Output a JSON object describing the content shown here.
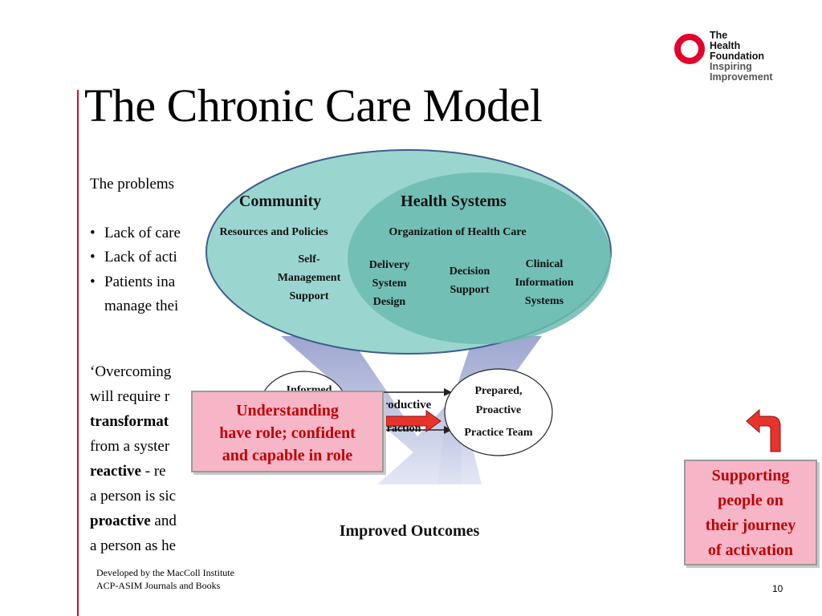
{
  "slide": {
    "title": "The Chronic Care Model",
    "intro": "The problems",
    "bullets": [
      "Lack of care",
      "Lack of acti",
      "Patients ina"
    ],
    "bullet3_cont": "manage thei",
    "quote_lines": [
      "‘Overcoming",
      "will require r",
      "transformat",
      "from a syster",
      "reactive",
      " - re",
      "a person is sic",
      "proactive",
      " and",
      "a person as he"
    ],
    "footer_lines": [
      "Developed by the MacColl Institute",
      "ACP-ASIM Journals and Books"
    ],
    "page_number": "10"
  },
  "logo": {
    "lines": [
      "The",
      "Health",
      "Foundation",
      "Inspiring",
      "Improvement"
    ],
    "ring_color": "#e4002b"
  },
  "diagram": {
    "community": "Community",
    "health_systems": "Health Systems",
    "resources": "Resources and Policies",
    "organization": "Organization of Health Care",
    "self_mgmt": [
      "Self-",
      "Management",
      "Support"
    ],
    "delivery": [
      "Delivery",
      "System",
      "Design"
    ],
    "decision": [
      "Decision",
      "Support"
    ],
    "clinical": [
      "Clinical",
      "Information",
      "Systems"
    ],
    "informed": "Informed",
    "productive": "roductive",
    "interaction": "raction",
    "prepared": [
      "Prepared,",
      "Proactive",
      "Practice Team"
    ],
    "outcomes": "Improved Outcomes",
    "colors": {
      "outer": "#9ad6cf",
      "inner": "#6bbbb0",
      "arrow": "#b8bfe0"
    }
  },
  "callouts": {
    "role": [
      "Understanding",
      "have role; confident",
      "and capable in role"
    ],
    "journey": [
      "Supporting",
      "people on",
      "their journey",
      "of activation"
    ]
  }
}
